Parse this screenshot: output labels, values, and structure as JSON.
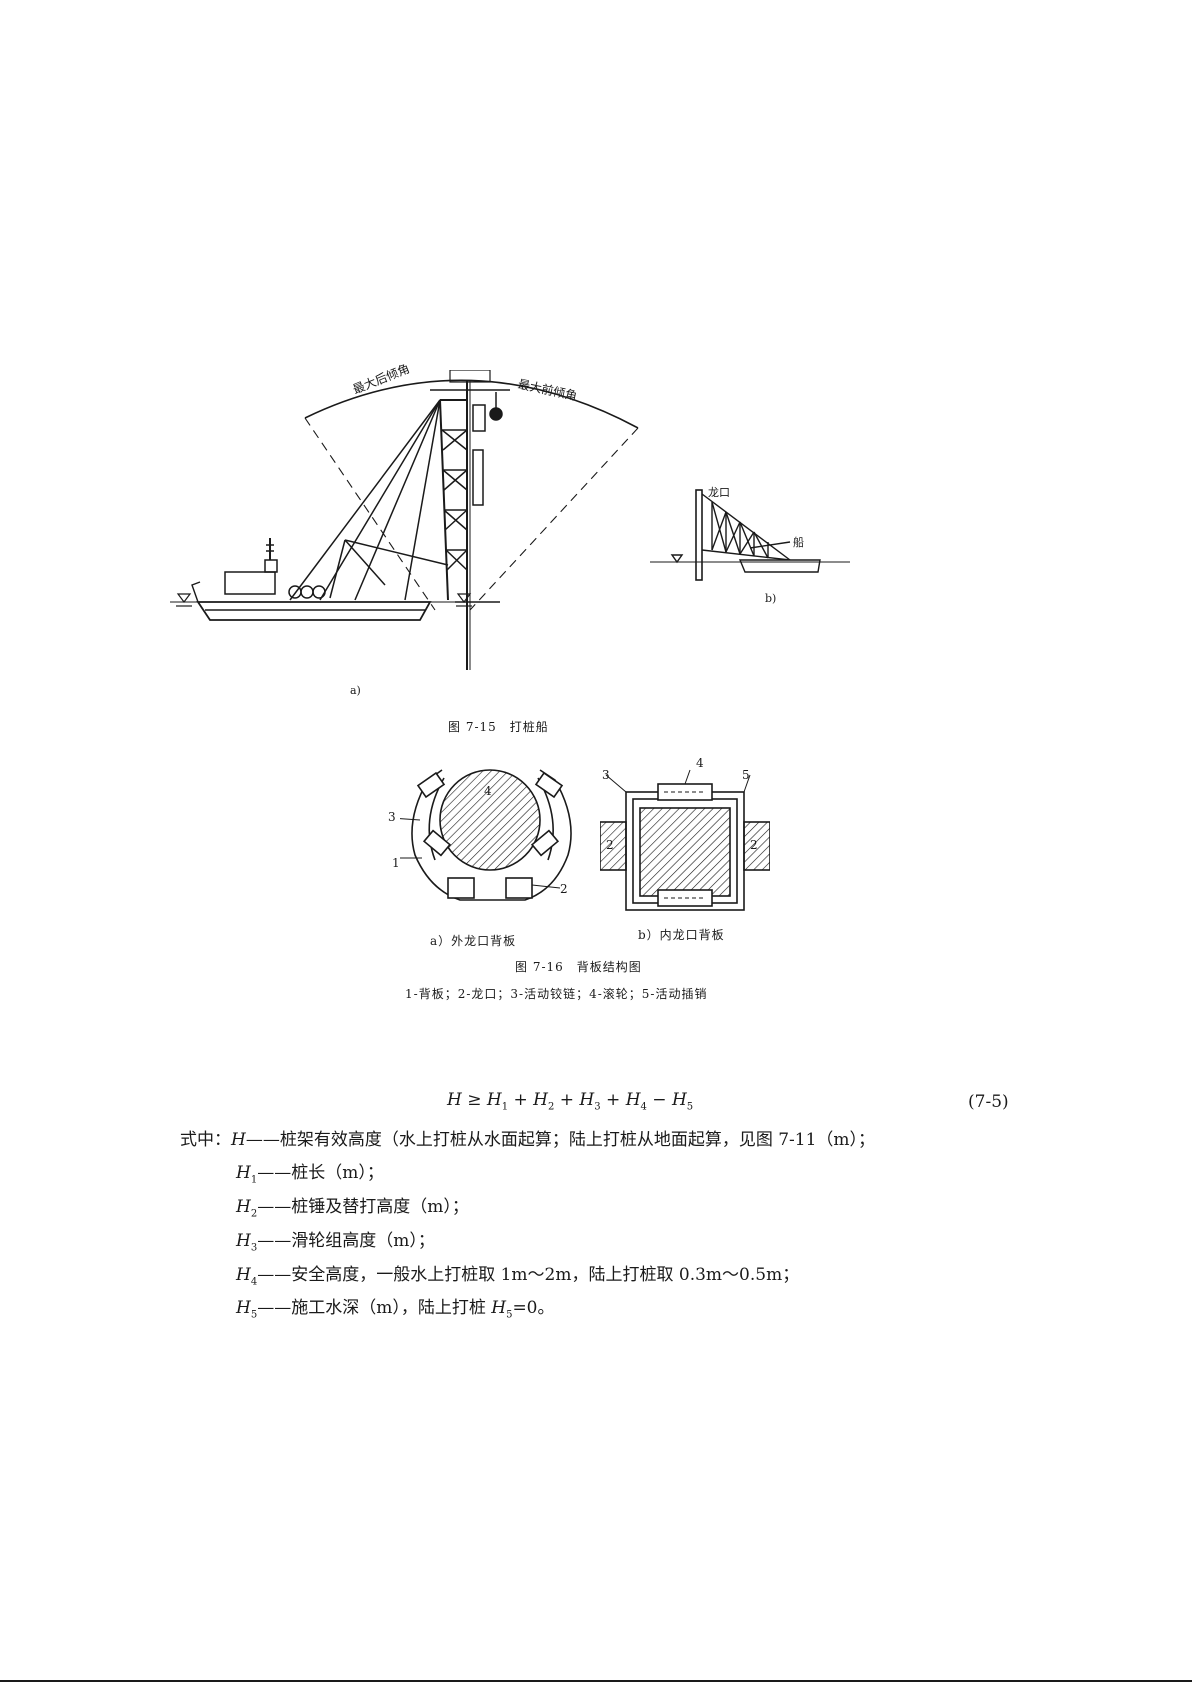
{
  "fig715": {
    "label_back_tilt": "最大后倾角",
    "label_front_tilt": "最大前倾角",
    "sub_a": "a)",
    "sub_b": "b)",
    "label_longkou": "龙口",
    "label_chuan": "船",
    "caption": "图 7-15　打桩船"
  },
  "fig716": {
    "sub_a": "a）外龙口背板",
    "sub_b": "b）内龙口背板",
    "caption": "图 7-16　背板结构图",
    "legend": "1-背板；2-龙口；3-活动铰链；4-滚轮；5-活动插销",
    "a_labels": {
      "n1": "1",
      "n2": "2",
      "n3": "3",
      "n4": "4"
    },
    "b_labels": {
      "n2l": "2",
      "n2r": "2",
      "n3": "3",
      "n4": "4",
      "n5": "5"
    }
  },
  "formula": {
    "H": "H",
    "ge": " ≥ ",
    "H1": "H",
    "s1": "1",
    "plus1": " + ",
    "H2": "H",
    "s2": "2",
    "plus2": " + ",
    "H3": "H",
    "s3": "3",
    "plus3": " + ",
    "H4": "H",
    "s4": "4",
    "minus": " − ",
    "H5": "H",
    "s5": "5",
    "number": "(7-5)"
  },
  "definitions": {
    "prefix": "式中：",
    "d0_sym": "H",
    "d0_text": "——桩架有效高度（水上打桩从水面起算；陆上打桩从地面起算，见图 7-11（m）；",
    "d1_sym": "H",
    "d1_sub": "1",
    "d1_text": "——桩长（m）；",
    "d2_sym": "H",
    "d2_sub": "2",
    "d2_text": "——桩锤及替打高度（m）；",
    "d3_sym": "H",
    "d3_sub": "3",
    "d3_text": "——滑轮组高度（m）；",
    "d4_sym": "H",
    "d4_sub": "4",
    "d4_text": "——安全高度，一般水上打桩取 1m～2m，陆上打桩取 0.3m～0.5m；",
    "d5_sym": "H",
    "d5_sub": "5",
    "d5_text": "——施工水深（m），陆上打桩 ",
    "d5_tail_sym": "H",
    "d5_tail_sub": "5",
    "d5_tail": "=0。"
  }
}
